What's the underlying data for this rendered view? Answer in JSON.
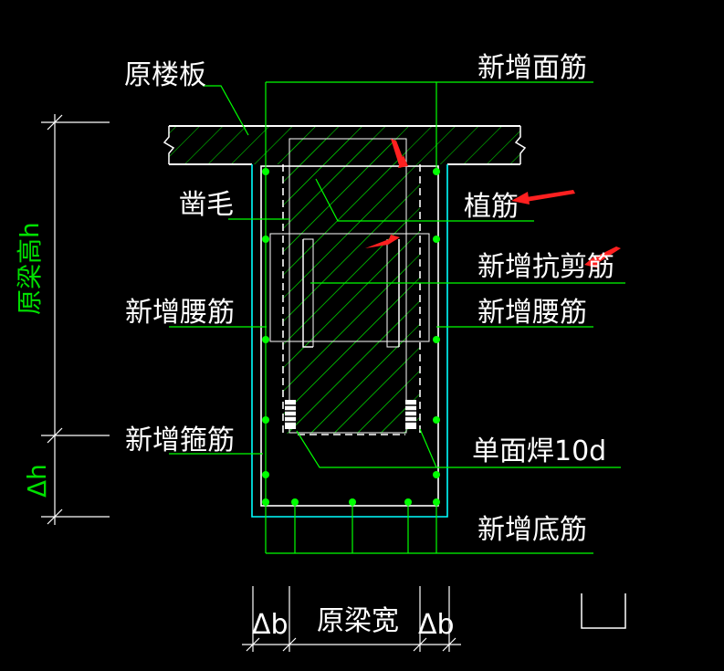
{
  "colors": {
    "background": "#000000",
    "leader": "#00ff00",
    "outline": "#00ffff",
    "text": "#ffffff",
    "hatch": "#00cc00",
    "dimension_text": "#00e000",
    "arrow": "#ff2020"
  },
  "labels": {
    "original_slab": "原楼板",
    "new_top_rebar": "新增面筋",
    "roughening": "凿毛",
    "planted_rebar": "植筋",
    "new_shear_rebar": "新增抗剪筋",
    "new_waist_rebar_left": "新增腰筋",
    "new_waist_rebar_right": "新增腰筋",
    "new_stirrup": "新增箍筋",
    "single_side_weld": "单面焊10d",
    "new_bottom_rebar": "新增底筋"
  },
  "dimensions": {
    "original_beam_height": "原梁高h",
    "delta_h": "Δh",
    "original_beam_width": "原梁宽",
    "delta_b_left": "Δb",
    "delta_b_right": "Δb"
  },
  "icons": {
    "annotation_arrow": "red-arrow-icon",
    "corner_marker": "ucs-corner-icon"
  }
}
